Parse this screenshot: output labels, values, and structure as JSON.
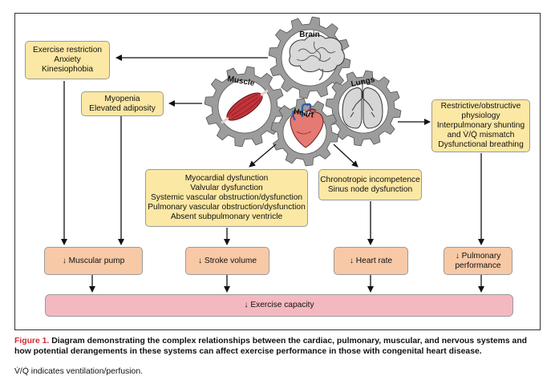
{
  "gears": {
    "brain": "Brain",
    "muscle": "Muscle",
    "lungs": "Lungs",
    "heart": "Heart"
  },
  "boxes": {
    "brain_effects": [
      "Exercise restriction",
      "Anxiety",
      "Kinesiophobia"
    ],
    "muscle_effects": [
      "Myopenia",
      "Elevated adiposity"
    ],
    "lung_effects": [
      "Restrictive/obstructive",
      "physiology",
      "Interpulmonary shunting",
      "and V̇/Q̇ mismatch",
      "Dysfunctional breathing"
    ],
    "heart_structural": [
      "Myocardial dysfunction",
      "Valvular dysfunction",
      "Systemic vascular obstruction/dysfunction",
      "Pulmonary vascular obstruction/dysfunction",
      "Absent subpulmonary ventricle"
    ],
    "heart_rate_effects": [
      "Chronotropic incompetence",
      "Sinus node dysfunction"
    ],
    "muscular_pump": "↓ Muscular pump",
    "stroke_volume": "↓ Stroke volume",
    "heart_rate": "↓ Heart rate",
    "pulmonary_performance": [
      "↓ Pulmonary",
      "performance"
    ],
    "exercise_capacity": "↓ Exercise capacity"
  },
  "caption": {
    "label": "Figure 1.",
    "text": "Diagram demonstrating the complex relationships between the cardiac, pulmonary, muscular, and nervous systems and how potential derangements in these systems can affect exercise performance in those with congenital heart disease.",
    "note": "V̇/Q̇ indicates ventilation/perfusion."
  },
  "colors": {
    "effect_box": "#fbe8a4",
    "outcome_box": "#f8c9a6",
    "capacity_box": "#f4b9c0",
    "gear": "#9c9c9c",
    "caption_label": "#d9262e"
  }
}
